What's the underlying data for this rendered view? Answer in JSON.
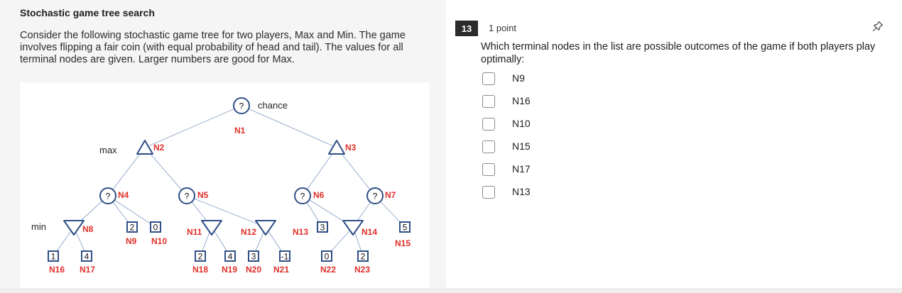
{
  "section": {
    "title": "Stochastic game tree search",
    "description": "Consider the following stochastic game tree for two players, Max and Min. The game involves flipping a fair coin (with equal probability of head and tail).  The values for all terminal nodes are given. Larger numbers are good for Max."
  },
  "tree": {
    "role_labels": {
      "chance": "chance",
      "max": "max",
      "min": "min"
    },
    "node_symbol_chance": "?",
    "nodes": {
      "N1": "N1",
      "N2": "N2",
      "N3": "N3",
      "N4": "N4",
      "N5": "N5",
      "N6": "N6",
      "N7": "N7",
      "N8": "N8",
      "N9": "N9",
      "N10": "N10",
      "N11": "N11",
      "N12": "N12",
      "N13": "N13",
      "N14": "N14",
      "N15": "N15",
      "N16": "N16",
      "N17": "N17",
      "N18": "N18",
      "N19": "N19",
      "N20": "N20",
      "N21": "N21",
      "N22": "N22",
      "N23": "N23"
    },
    "leaf_values": {
      "N9": "2",
      "N10": "0",
      "N13": "3",
      "N15": "5",
      "N16": "1",
      "N17": "4",
      "N18": "2",
      "N19": "4",
      "N20": "3",
      "N21": "-1",
      "N22": "0",
      "N23": "2"
    },
    "colors": {
      "node_label": "#e0302a",
      "shape_stroke": "#2f4f86",
      "edge": "#8aa2c8"
    }
  },
  "question": {
    "number": "13",
    "points": "1 point",
    "text": "Which terminal nodes in the list are possible outcomes of the game if both players play optimally:",
    "options": [
      "N9",
      "N16",
      "N10",
      "N15",
      "N17",
      "N13"
    ]
  },
  "icons": {
    "pin": "pin-icon"
  }
}
